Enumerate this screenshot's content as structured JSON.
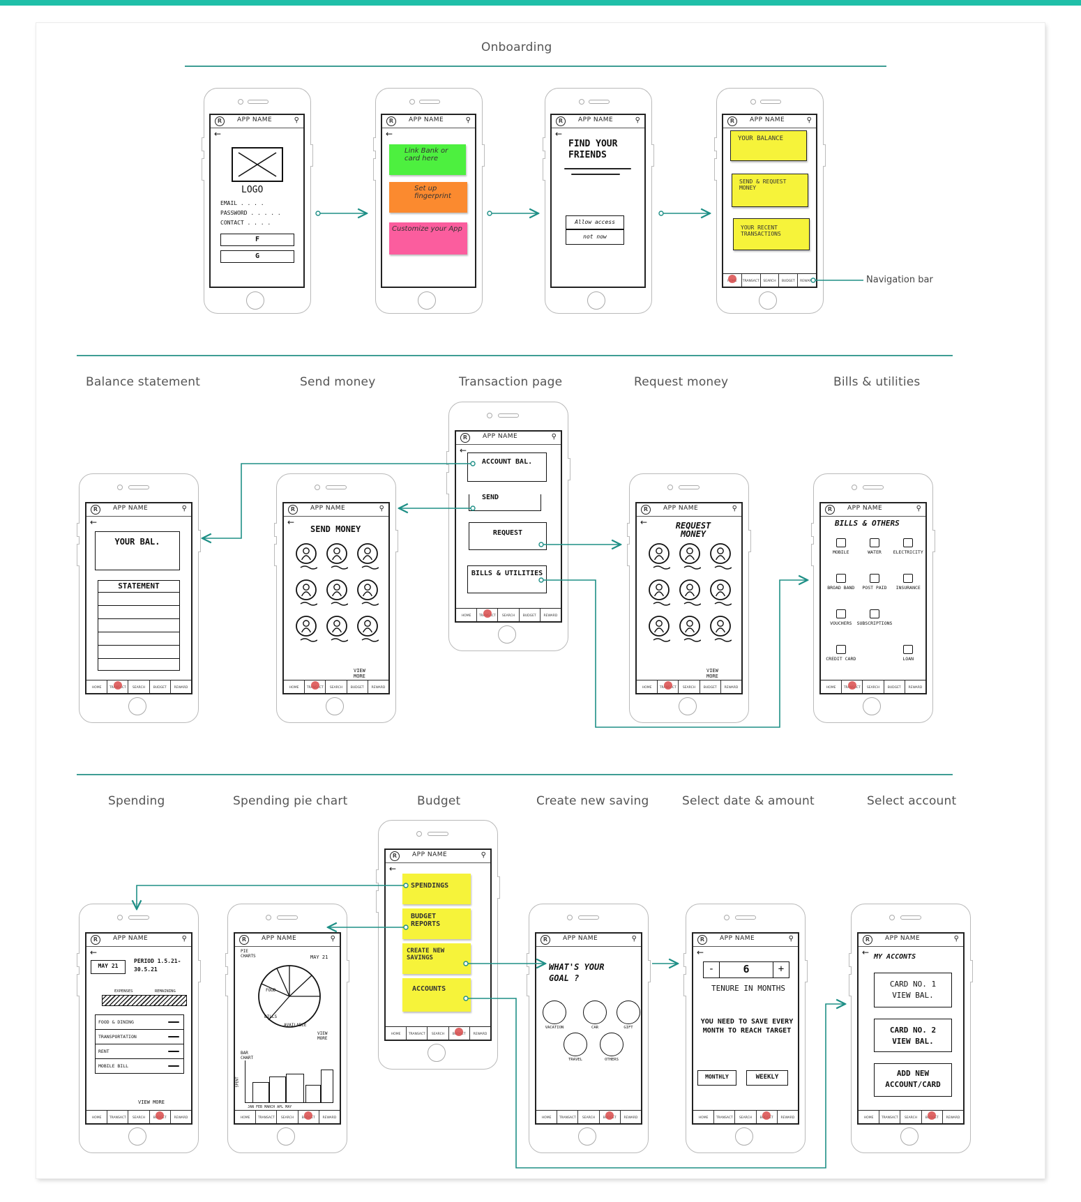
{
  "sections": {
    "onboarding": "Onboarding",
    "row2": [
      "Balance statement",
      "Send money",
      "Transaction page",
      "Request money",
      "Bills & utilities"
    ],
    "row3": [
      "Spending",
      "Spending pie chart",
      "Budget",
      "Create new saving",
      "Select date & amount",
      "Select account"
    ]
  },
  "annotation": "Navigation bar",
  "app": {
    "title": "APP NAME",
    "logo_letter": "R"
  },
  "nav": [
    "HOME",
    "TRANSACT",
    "SEARCH",
    "BUDGET",
    "REWARD"
  ],
  "onboarding": {
    "login": {
      "logo": "LOGO",
      "email": "EMAIL . . . .",
      "password": "PASSWORD . . . . .",
      "contact": "CONTACT . . . .",
      "btn_f": "F",
      "btn_g": "G"
    },
    "setup": {
      "link": "Link Bank or card here",
      "finger": "Set up fingerprint",
      "custom": "Customize your App"
    },
    "friends": {
      "title": "FIND YOUR FRIENDS",
      "allow": "Allow access",
      "not_now": "not now"
    },
    "home": {
      "balance": "YOUR BALANCE",
      "send": "SEND & REQUEST MONEY",
      "recent": "YOUR RECENT TRANSACTIONS"
    }
  },
  "transaction": {
    "account": "ACCOUNT BAL.",
    "send": "SEND",
    "request": "REQUEST",
    "bills": "BILLS & UTILITIES"
  },
  "balance": {
    "your_bal": "YOUR BAL.",
    "statement": "STATEMENT"
  },
  "send": {
    "title": "SEND MONEY",
    "view_more": "VIEW MORE"
  },
  "request": {
    "title": "REQUEST MONEY",
    "view_more": "VIEW MORE"
  },
  "bills": {
    "title": "BILLS & OTHERS",
    "items": [
      "MOBILE",
      "WATER",
      "ELECTRICITY",
      "BROAD BAND",
      "POST PAID",
      "INSURANCE",
      "VOUCHERS",
      "SUBSCRIPTIONS",
      "",
      "CREDIT CARD",
      "",
      "LOAN"
    ]
  },
  "spending": {
    "month": "MAY 21",
    "period": "PERIOD 1.5.21-30.5.21",
    "expenses": "EXPENSES",
    "remaining": "REMAINING",
    "rows": [
      "FOOD & DINING",
      "TRANSPORTATION",
      "RENT",
      "MOBILE BILL"
    ],
    "view_more": "VIEW MORE"
  },
  "pie": {
    "pie_label": "PIE CHARTS",
    "month": "MAY 21",
    "food": "FOOD",
    "bills": "BILLS",
    "available": "AVAILABLE",
    "view_more": "VIEW MORE",
    "bar_label": "BAR CHART",
    "months": "JAN FEB MARCH APL MAY",
    "spent": "SPENT"
  },
  "budget": {
    "items": [
      "SPENDINGS",
      "BUDGET REPORTS",
      "CREATE NEW SAVINGS",
      "ACCOUNTS"
    ]
  },
  "goal": {
    "title": "WHAT'S YOUR GOAL ?",
    "items": [
      "VACATION",
      "CAR",
      "GIFT",
      "TRAVEL",
      "OTHERS"
    ]
  },
  "date": {
    "minus": "-",
    "value": "6",
    "plus": "+",
    "tenure": "TENURE IN MONTHS",
    "save": "YOU NEED TO SAVE EVERY MONTH TO REACH TARGET",
    "monthly": "MONTHLY",
    "weekly": "WEEKLY"
  },
  "account": {
    "title": "MY ACCONTS",
    "card1": "CARD NO. 1 VIEW BAL.",
    "card2": "CARD NO. 2 VIEW BAL.",
    "add": "ADD NEW ACCOUNT/CARD"
  },
  "colors": {
    "accent": "#1fbfa8",
    "rule": "#3e9d94",
    "sticky_yellow": "#f6f33a",
    "sticky_green": "#4df03f",
    "sticky_orange": "#fb8a2f",
    "sticky_pink": "#fb5d9e"
  }
}
